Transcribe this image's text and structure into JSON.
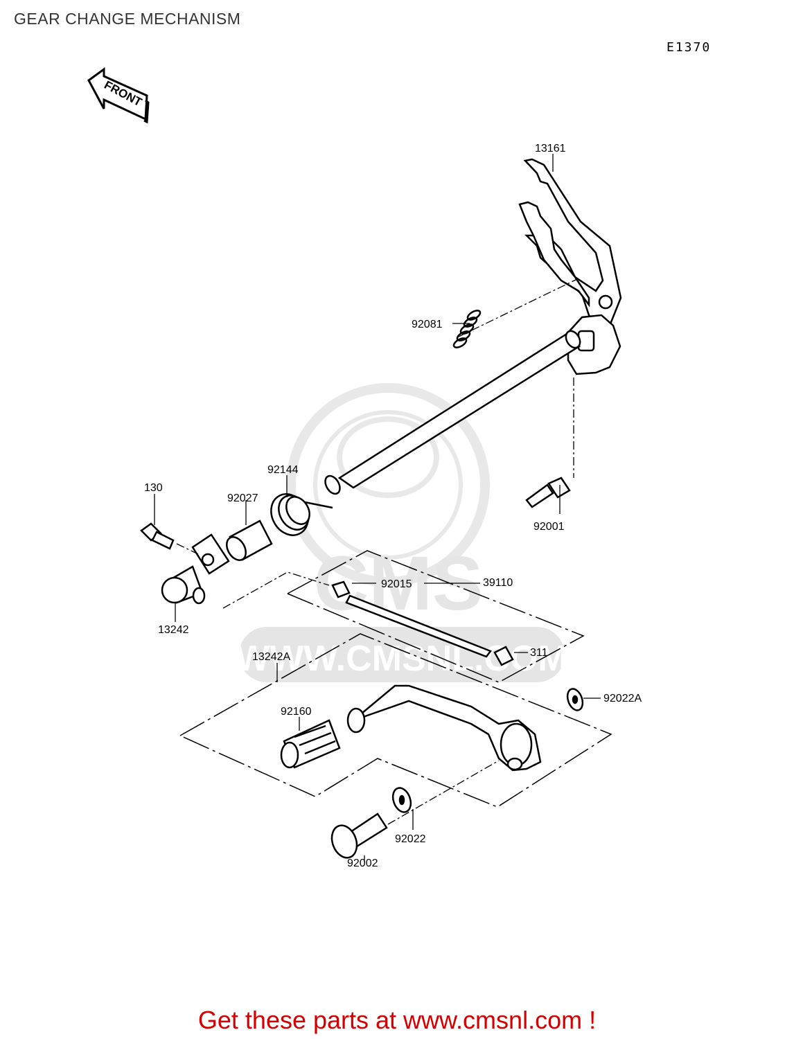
{
  "header": {
    "title": "GEAR CHANGE MECHANISM",
    "ref_code": "E1370"
  },
  "diagram": {
    "front_arrow_text": "FRONT",
    "watermark_text": "WWW.CMSNL.COM",
    "watermark_logo_text": "CMS",
    "part_labels": {
      "p13161": "13161",
      "p92081": "92081",
      "p92144": "92144",
      "p130": "130",
      "p92027": "92027",
      "p92001": "92001",
      "p92015": "92015",
      "p39110": "39110",
      "p13242": "13242",
      "p311": "311",
      "p13242A": "13242A",
      "p92022A": "92022A",
      "p92160": "92160",
      "p92022": "92022",
      "p92002": "92002"
    }
  },
  "footer": {
    "promo_text": "Get these parts at www.cmsnl.com !"
  }
}
